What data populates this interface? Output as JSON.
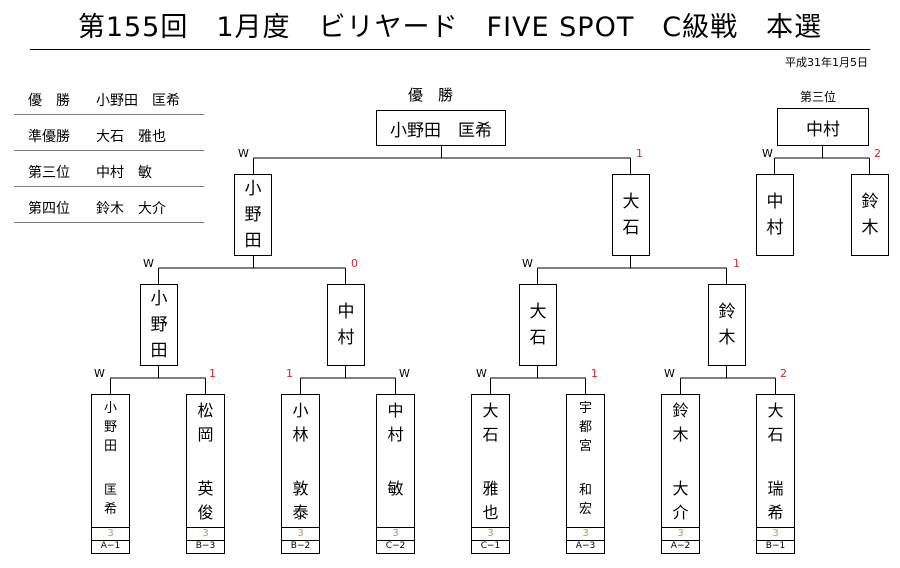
{
  "title": "第155回　1月度　ビリヤード　FIVE SPOT　C級戦　本選",
  "date": "平成31年1月5日",
  "results": [
    {
      "rank": "優　勝",
      "name": "小野田　匡希"
    },
    {
      "rank": "準優勝",
      "name": "大石　雅也"
    },
    {
      "rank": "第三位",
      "name": "中村　敏"
    },
    {
      "rank": "第四位",
      "name": "鈴木　大介"
    }
  ],
  "champion": {
    "label": "優　勝",
    "name": "小野田　匡希"
  },
  "third_place": {
    "label": "第三位",
    "name": "中村",
    "left": "中村",
    "right": "鈴木",
    "w": "W",
    "score": "2"
  },
  "final": {
    "left": "小野田",
    "right": "大石",
    "w": "W",
    "score": "1"
  },
  "semis": [
    {
      "left": "小野田",
      "right": "中村",
      "w": "W",
      "score": "0"
    },
    {
      "left": "大石",
      "right": "鈴木",
      "w": "W",
      "score": "1"
    }
  ],
  "first_round": [
    {
      "w_left": "W",
      "score_right": "1"
    },
    {
      "score_left": "1",
      "w_right": "W"
    },
    {
      "w_left": "W",
      "score_right": "1"
    },
    {
      "w_left": "W",
      "score_right": "2"
    }
  ],
  "players": [
    {
      "family": "小野田",
      "given": "匡希",
      "handicap": "3",
      "code": "A−1"
    },
    {
      "family": "松岡",
      "given": "英俊",
      "handicap": "3",
      "code": "B−3"
    },
    {
      "family": "小林",
      "given": "敦泰",
      "handicap": "3",
      "code": "B−2"
    },
    {
      "family": "中村",
      "given": "敏",
      "handicap": "3",
      "code": "C−2"
    },
    {
      "family": "大石",
      "given": "雅也",
      "handicap": "3",
      "code": "C−1"
    },
    {
      "family": "宇都宮",
      "given": "和宏",
      "handicap": "3",
      "code": "A−3"
    },
    {
      "family": "鈴木",
      "given": "大介",
      "handicap": "3",
      "code": "A−2"
    },
    {
      "family": "大石",
      "given": "瑞希",
      "handicap": "3",
      "code": "B−1"
    }
  ]
}
